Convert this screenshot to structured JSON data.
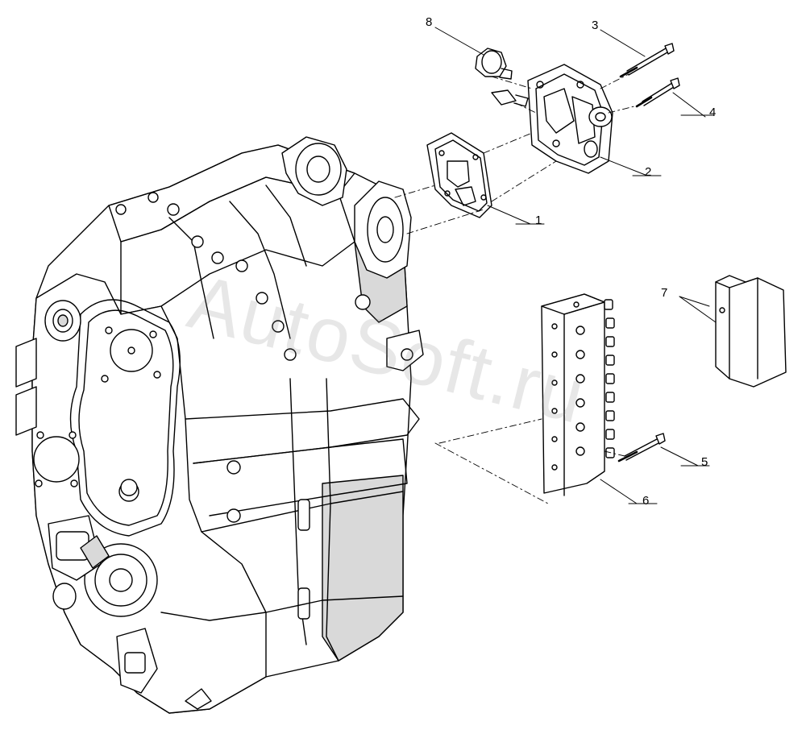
{
  "watermark": "AutoSoft.ru",
  "callouts": {
    "c1": "1",
    "c2": "2",
    "c3": "3",
    "c4": "4",
    "c5": "5",
    "c6": "6",
    "c7": "7",
    "c8": "8"
  },
  "colors": {
    "line": "#000000",
    "background": "#ffffff",
    "shade": "#d9d9d9"
  }
}
